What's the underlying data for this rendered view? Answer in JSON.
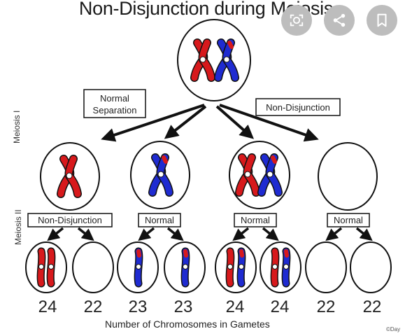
{
  "title": "Non-Disjunction during Meiosis",
  "stage_labels": {
    "meiosis1": "Meiosis I",
    "meiosis2": "Meiosis II"
  },
  "labels": {
    "normal_separation": [
      "Normal",
      "Separation"
    ],
    "non_disjunction_1": "Non-Disjunction",
    "non_disjunction_2": "Non-Disjunction",
    "normal_a": "Normal",
    "normal_b": "Normal",
    "normal_c": "Normal"
  },
  "gamete_counts": [
    "24",
    "22",
    "23",
    "23",
    "24",
    "24",
    "22",
    "22"
  ],
  "footer": "Number of Chromosomes in Gametes",
  "credit": "©Day",
  "overlay_buttons": [
    "lens-icon",
    "share-icon",
    "bookmark-icon"
  ],
  "colors": {
    "red_chromosome": "#d7191c",
    "blue_chromosome": "#1f2bd1",
    "outline": "#111111"
  }
}
